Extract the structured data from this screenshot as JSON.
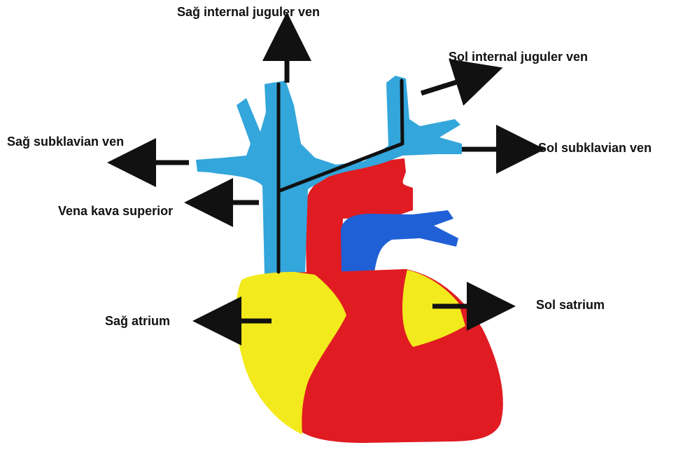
{
  "labels": {
    "sag_internal_juguler": "Sağ internal juguler ven",
    "sol_internal_juguler": "Sol internal juguler ven",
    "sag_subklavian": "Sağ subklavian ven",
    "sol_subklavian": "Sol subklavian ven",
    "vena_kava_superior": "Vena kava superior",
    "sag_atrium": "Sağ atrium",
    "sol_atrium": "Sol satrium"
  },
  "colors": {
    "background": "#ffffff",
    "veins_light_blue": "#33a6db",
    "pulmonary_dark_blue": "#2060d6",
    "ventricle_red": "#e01b22",
    "atrium_yellow": "#f2ea1c",
    "outline_black": "#111111"
  },
  "icons": [
    "arrow-icon"
  ]
}
